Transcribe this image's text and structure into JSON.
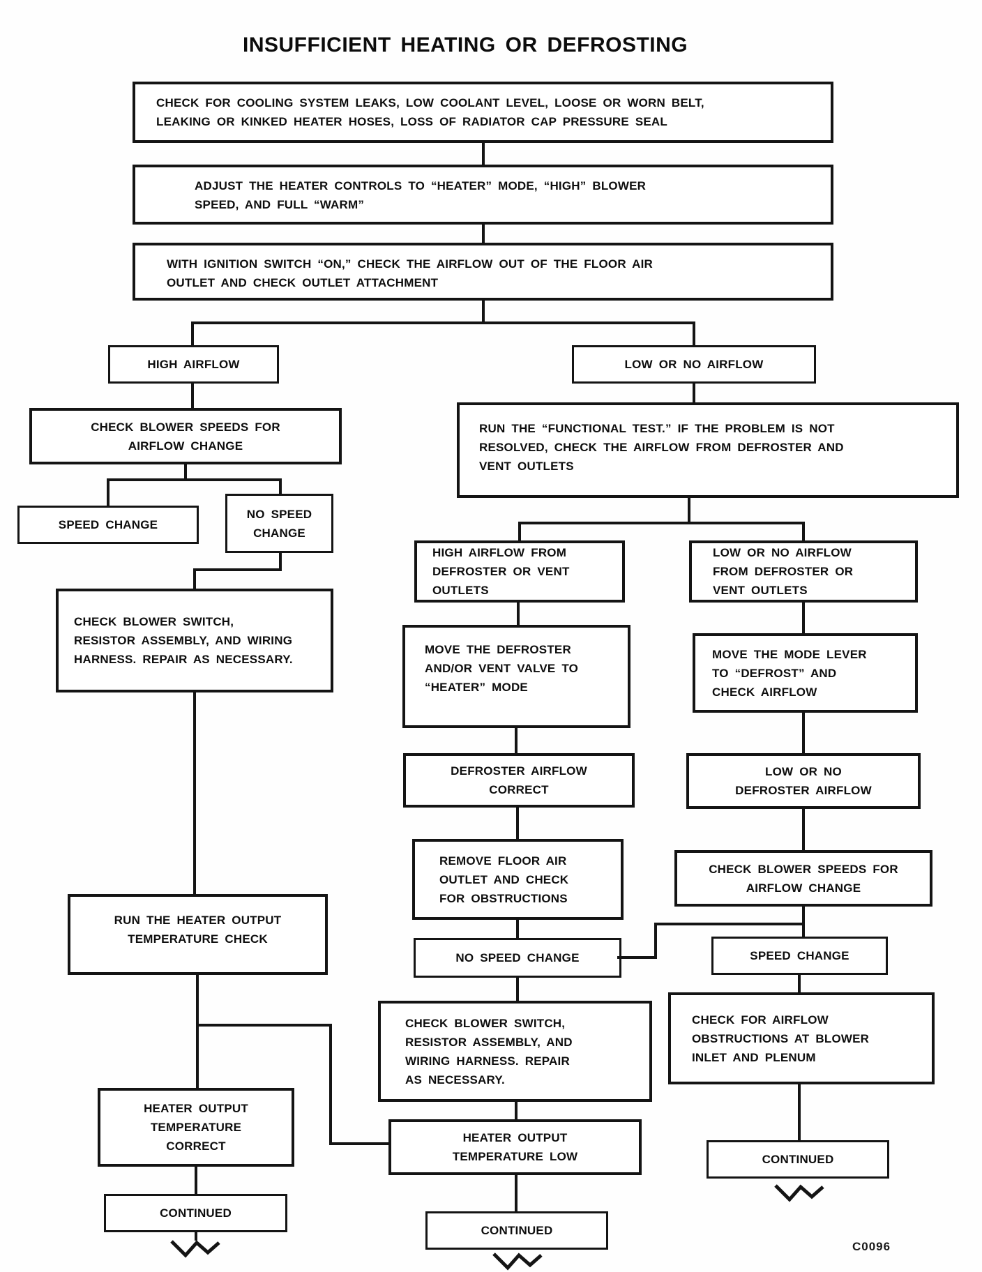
{
  "title": "INSUFFICIENT HEATING OR DEFROSTING",
  "figure_code": "C0096",
  "nodes": {
    "check_cooling": {
      "label": "CHECK FOR COOLING SYSTEM LEAKS, LOW COOLANT LEVEL, LOOSE OR WORN BELT,\nLEAKING OR KINKED HEATER HOSES, LOSS OF RADIATOR CAP PRESSURE SEAL"
    },
    "adjust_controls": {
      "label": "ADJUST THE HEATER CONTROLS TO “HEATER” MODE, “HIGH” BLOWER\nSPEED, AND FULL “WARM”"
    },
    "ignition_check": {
      "label": "WITH IGNITION SWITCH “ON,” CHECK THE AIRFLOW OUT OF THE FLOOR AIR\nOUTLET AND CHECK OUTLET ATTACHMENT"
    },
    "high_airflow": {
      "label": "HIGH AIRFLOW"
    },
    "low_no_airflow": {
      "label": "LOW OR NO AIRFLOW"
    },
    "check_blower_speeds_left": {
      "label": "CHECK BLOWER SPEEDS FOR\nAIRFLOW CHANGE"
    },
    "functional_test": {
      "label": "RUN THE “FUNCTIONAL TEST.” IF THE PROBLEM IS NOT\nRESOLVED, CHECK THE AIRFLOW FROM DEFROSTER AND\nVENT OUTLETS"
    },
    "speed_change_left": {
      "label": "SPEED CHANGE"
    },
    "no_speed_change_left": {
      "label": "NO SPEED\nCHANGE"
    },
    "check_blower_switch_left": {
      "label": "CHECK BLOWER SWITCH,\nRESISTOR ASSEMBLY, AND WIRING\nHARNESS. REPAIR AS NECESSARY."
    },
    "high_airflow_from": {
      "label": "HIGH AIRFLOW FROM\nDEFROSTER OR VENT\nOUTLETS"
    },
    "low_no_airflow_from": {
      "label": "LOW OR NO AIRFLOW\nFROM DEFROSTER OR\nVENT OUTLETS"
    },
    "move_defroster": {
      "label": "MOVE THE DEFROSTER\nAND/OR VENT VALVE TO\n“HEATER” MODE"
    },
    "move_mode_lever": {
      "label": "MOVE THE MODE LEVER\nTO “DEFROST” AND\nCHECK AIRFLOW"
    },
    "defroster_airflow_correct": {
      "label": "DEFROSTER AIRFLOW\nCORRECT"
    },
    "low_no_defroster_airflow": {
      "label": "LOW OR NO\nDEFROSTER AIRFLOW"
    },
    "remove_floor_air": {
      "label": "REMOVE FLOOR AIR\nOUTLET AND CHECK\nFOR OBSTRUCTIONS"
    },
    "check_blower_speeds_right": {
      "label": "CHECK BLOWER SPEEDS FOR\nAIRFLOW CHANGE"
    },
    "no_speed_change_mid": {
      "label": "NO SPEED CHANGE"
    },
    "speed_change_right": {
      "label": "SPEED CHANGE"
    },
    "run_heater_output": {
      "label": "RUN THE HEATER OUTPUT\nTEMPERATURE CHECK"
    },
    "check_blower_switch_mid": {
      "label": "CHECK BLOWER SWITCH,\nRESISTOR ASSEMBLY, AND\nWIRING HARNESS. REPAIR\nAS NECESSARY."
    },
    "check_airflow_obstructions": {
      "label": "CHECK FOR AIRFLOW\nOBSTRUCTIONS AT BLOWER\nINLET AND PLENUM"
    },
    "heater_output_correct": {
      "label": "HEATER OUTPUT\nTEMPERATURE\nCORRECT"
    },
    "heater_output_low": {
      "label": "HEATER OUTPUT\nTEMPERATURE LOW"
    },
    "continued_left": {
      "label": "CONTINUED"
    },
    "continued_mid": {
      "label": "CONTINUED"
    },
    "continued_right": {
      "label": "CONTINUED"
    }
  },
  "edges": [
    {
      "from": "check_cooling",
      "to": "adjust_controls"
    },
    {
      "from": "adjust_controls",
      "to": "ignition_check"
    },
    {
      "from": "ignition_check",
      "to": "high_airflow"
    },
    {
      "from": "ignition_check",
      "to": "low_no_airflow"
    },
    {
      "from": "high_airflow",
      "to": "check_blower_speeds_left"
    },
    {
      "from": "check_blower_speeds_left",
      "to": "speed_change_left"
    },
    {
      "from": "check_blower_speeds_left",
      "to": "no_speed_change_left"
    },
    {
      "from": "no_speed_change_left",
      "to": "check_blower_switch_left"
    },
    {
      "from": "check_blower_switch_left",
      "to": "run_heater_output"
    },
    {
      "from": "run_heater_output",
      "to": "heater_output_correct"
    },
    {
      "from": "run_heater_output",
      "to": "heater_output_low"
    },
    {
      "from": "heater_output_correct",
      "to": "continued_left"
    },
    {
      "from": "low_no_airflow",
      "to": "functional_test"
    },
    {
      "from": "functional_test",
      "to": "high_airflow_from"
    },
    {
      "from": "functional_test",
      "to": "low_no_airflow_from"
    },
    {
      "from": "high_airflow_from",
      "to": "move_defroster"
    },
    {
      "from": "move_defroster",
      "to": "defroster_airflow_correct"
    },
    {
      "from": "defroster_airflow_correct",
      "to": "remove_floor_air"
    },
    {
      "from": "remove_floor_air",
      "to": "no_speed_change_mid"
    },
    {
      "from": "low_no_airflow_from",
      "to": "move_mode_lever"
    },
    {
      "from": "move_mode_lever",
      "to": "low_no_defroster_airflow"
    },
    {
      "from": "low_no_defroster_airflow",
      "to": "check_blower_speeds_right"
    },
    {
      "from": "check_blower_speeds_right",
      "to": "speed_change_right"
    },
    {
      "from": "check_blower_speeds_right",
      "to": "no_speed_change_mid"
    },
    {
      "from": "no_speed_change_mid",
      "to": "check_blower_switch_mid"
    },
    {
      "from": "check_blower_switch_mid",
      "to": "heater_output_low"
    },
    {
      "from": "heater_output_low",
      "to": "continued_mid"
    },
    {
      "from": "speed_change_right",
      "to": "check_airflow_obstructions"
    },
    {
      "from": "check_airflow_obstructions",
      "to": "continued_right"
    }
  ]
}
